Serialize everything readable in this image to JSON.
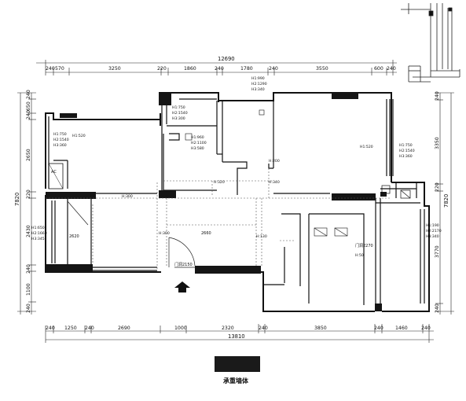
{
  "top_dims": {
    "total": "12690",
    "segments": [
      "240",
      "570",
      "3250",
      "220",
      "1860",
      "240",
      "1780",
      "240",
      "3550",
      "600",
      "240"
    ]
  },
  "bottom_dims": {
    "total": "13810",
    "segments": [
      "240",
      "1250",
      "240",
      "2690",
      "1000",
      "2320",
      "240",
      "3850",
      "240",
      "1460",
      "240"
    ]
  },
  "left_dims": {
    "total": "7820",
    "segments": [
      "240",
      "650",
      "240",
      "2650",
      "220",
      "2430",
      "240",
      "1100",
      "240"
    ]
  },
  "right_dims": {
    "total": "7820",
    "segments": [
      "240",
      "3350",
      "220",
      "3770",
      "240"
    ]
  },
  "window_notes": {
    "top_left_bedroom": [
      "H1:750",
      "H2:1540",
      "H3:360"
    ],
    "top_left_bedroom_ceiling": "H1:520",
    "top_center": [
      "H1:750",
      "H2:1540",
      "H3:300"
    ],
    "top_right_room": [
      "H1:990",
      "H2:1290",
      "H3:340"
    ],
    "kitchen_window": [
      "H1:960",
      "H2:1100",
      "H3:580"
    ],
    "right_bedroom_ceiling": "H1:520",
    "right_bedroom_window": [
      "H1:750",
      "H2:1540",
      "H3:360"
    ],
    "left_room_window": [
      "H1:650",
      "H2:1660",
      "H3:345"
    ],
    "balcony_door": [
      "H1:190",
      "H2:2170",
      "H3:340"
    ]
  },
  "beam_labels": {
    "b1": "H:300",
    "b2": "H:320",
    "b3": "H:200",
    "b4": "H:340",
    "b5": "H:300",
    "b6": "H:130",
    "b7": "H:50"
  },
  "room_labels": {
    "left_room_height": "2620",
    "living_height": "2660",
    "entry_door": "门洞2150",
    "balcony_door": "门洞2270",
    "ac_label": "AC"
  },
  "legend": {
    "label": "承重墙体",
    "color": "#1a1a1a"
  },
  "colors": {
    "wall": "#111111",
    "bearing_wall": "#151515",
    "line": "#222222"
  },
  "icons": [
    "entry-arrow-icon"
  ]
}
